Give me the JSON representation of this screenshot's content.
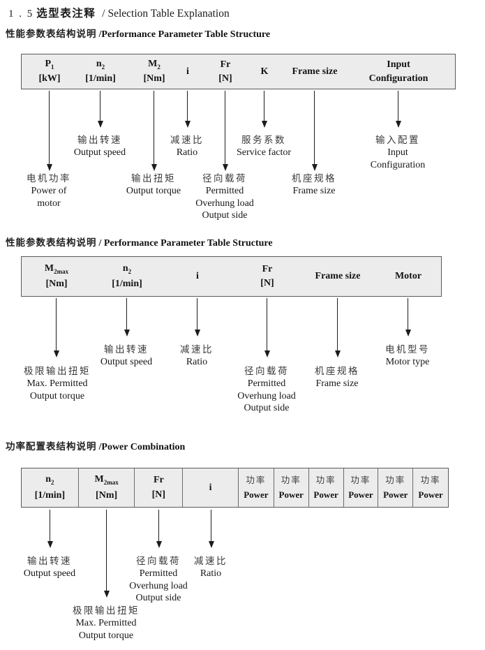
{
  "title": {
    "num": "1 . 5",
    "zh": "选型表注释",
    "en": "/ Selection Table Explanation"
  },
  "s1": {
    "heading": {
      "zh": "性能参数表结构说明",
      "en": "/Performance Parameter Table Structure"
    },
    "cols": {
      "p1": {
        "base": "P",
        "sub": "1",
        "unit": "[kW]"
      },
      "n2": {
        "base": "n",
        "sub": "2",
        "unit": "[1/min]"
      },
      "m2": {
        "base": "M",
        "sub": "2",
        "unit": "[Nm]"
      },
      "i": {
        "base": "i"
      },
      "fr": {
        "base": "Fr",
        "unit": "[N]"
      },
      "k": {
        "base": "K"
      },
      "frame": {
        "base": "Frame size"
      },
      "input": {
        "line1": "Input",
        "line2": "Configuration"
      }
    },
    "labels": {
      "power_of_motor": {
        "zh": "电机功率",
        "en1": "Power of",
        "en2": "motor"
      },
      "output_speed": {
        "zh": "输出转速",
        "en1": "Output speed"
      },
      "output_torque": {
        "zh": "输出扭矩",
        "en1": "Output torque"
      },
      "ratio": {
        "zh": "减速比",
        "en1": "Ratio"
      },
      "overhung": {
        "zh": "径向载荷",
        "en1": "Permitted",
        "en2": "Overhung load",
        "en3": "Output side"
      },
      "service_factor": {
        "zh": "服务系数",
        "en1": "Service factor"
      },
      "frame_size": {
        "zh": "机座规格",
        "en1": "Frame size"
      },
      "input_config": {
        "zh": "输入配置",
        "en1": "Input",
        "en2": "Configuration"
      }
    }
  },
  "s2": {
    "heading": {
      "zh": "性能参数表结构说明",
      "en": "/ Performance Parameter Table Structure"
    },
    "cols": {
      "m2max": {
        "base": "M",
        "sub": "2max",
        "unit": "[Nm]"
      },
      "n2": {
        "base": "n",
        "sub": "2",
        "unit": "[1/min]"
      },
      "i": {
        "base": "i"
      },
      "fr": {
        "base": "Fr",
        "unit": "[N]"
      },
      "frame": {
        "base": "Frame size"
      },
      "motor": {
        "base": "Motor"
      }
    },
    "labels": {
      "max_torque": {
        "zh": "极限输出扭矩",
        "en1": "Max. Permitted",
        "en2": "Output  torque"
      },
      "output_speed": {
        "zh": "输出转速",
        "en1": "Output speed"
      },
      "ratio": {
        "zh": "减速比",
        "en1": "Ratio"
      },
      "overhung": {
        "zh": "径向载荷",
        "en1": "Permitted",
        "en2": "Overhung load",
        "en3": "Output side"
      },
      "frame_size": {
        "zh": "机座规格",
        "en1": "Frame size"
      },
      "motor_type": {
        "zh": "电机型号",
        "en1": "Motor type"
      }
    }
  },
  "s3": {
    "heading": {
      "zh": "功率配置表结构说明",
      "en": "/Power Combination"
    },
    "cols": {
      "n2": {
        "base": "n",
        "sub": "2",
        "unit": "[1/min]"
      },
      "m2max": {
        "base": "M",
        "sub": "2max",
        "unit": "[Nm]"
      },
      "fr": {
        "base": "Fr",
        "unit": "[N]"
      },
      "i": {
        "base": "i"
      },
      "power": {
        "zh": "功率",
        "en": "Power"
      }
    },
    "labels": {
      "output_speed": {
        "zh": "输出转速",
        "en1": "Output speed"
      },
      "max_torque": {
        "zh": "极限输出扭矩",
        "en1": "Max. Permitted",
        "en2": "Output  torque"
      },
      "overhung": {
        "zh": "径向载荷",
        "en1": "Permitted",
        "en2": "Overhung load",
        "en3": "Output side"
      },
      "ratio": {
        "zh": "减速比",
        "en1": "Ratio"
      }
    }
  }
}
